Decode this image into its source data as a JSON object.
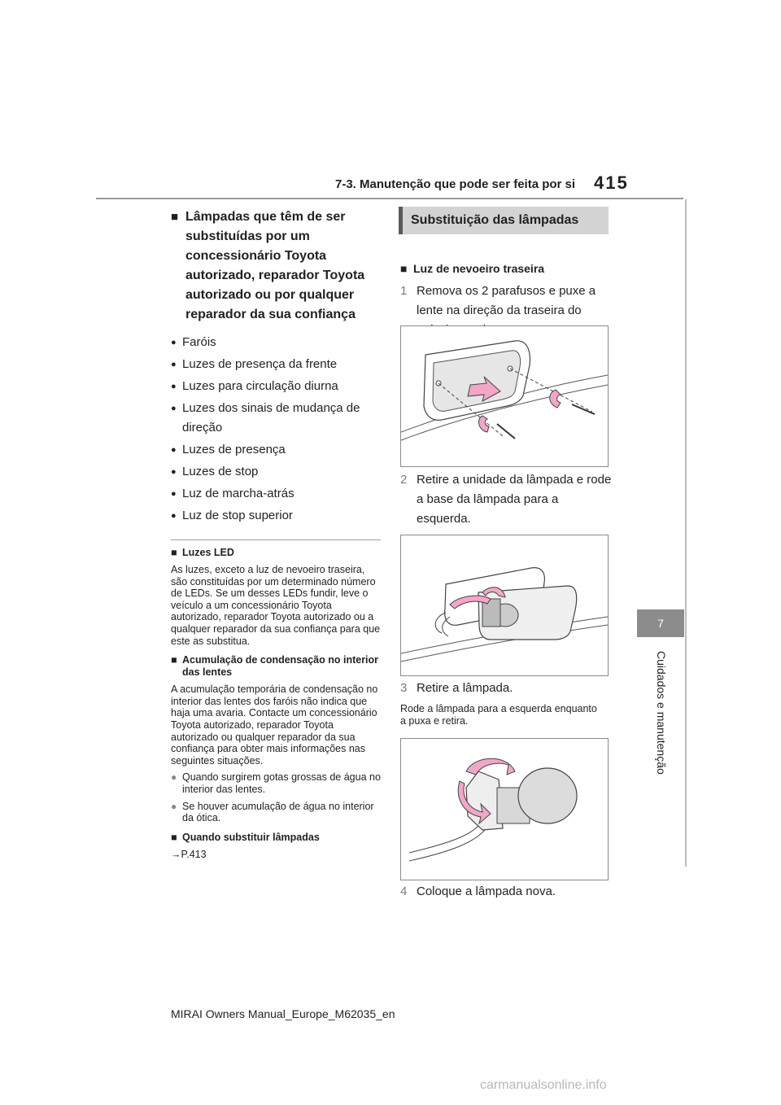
{
  "header": {
    "section_title": "7-3. Manutenção que pode ser feita por si",
    "page_number": "415"
  },
  "side_tab": {
    "number": "7",
    "label": "Cuidados e manutenção"
  },
  "left": {
    "heading": "Lâmpadas que têm de ser substituídas por um concessionário Toyota autorizado, reparador Toyota autorizado ou por qualquer reparador da sua confiança",
    "bullets": [
      "Faróis",
      "Luzes de presença da frente",
      "Luzes para circulação diurna",
      "Luzes dos sinais de mudança de direção",
      "Luzes de presença",
      "Luzes de stop",
      "Luz de marcha-atrás",
      "Luz de stop superior"
    ],
    "led_heading": "Luzes LED",
    "led_text": "As luzes, exceto a luz de nevoeiro traseira, são constituídas por um determinado número de LEDs. Se um desses LEDs fundir, leve o veículo a um concessionário Toyota autorizado, reparador Toyota autorizado ou a qualquer reparador da sua confiança para que este as substitua.",
    "condensation_heading": "Acumulação de condensação no interior das lentes",
    "condensation_text": "A acumulação temporária de condensação no interior das lentes dos faróis não indica que haja uma avaria. Contacte um concessionário Toyota autorizado, reparador Toyota autorizado ou qualquer reparador da sua confiança para obter mais informações nas seguintes situações.",
    "condensation_items": [
      "Quando surgirem gotas grossas de água no interior das lentes.",
      "Se houver acumulação de água no interior da ótica."
    ],
    "replace_heading": "Quando substituir lâmpadas",
    "replace_ref": "→P.413"
  },
  "right": {
    "section_title": "Substituição das lâmpadas",
    "sub_heading": "Luz de nevoeiro traseira",
    "steps": [
      {
        "n": "1",
        "text": "Remova os 2 parafusos e puxe a lente na direção da traseira do veículo e retire-a."
      },
      {
        "n": "2",
        "text": "Retire a unidade da lâmpada e rode a base da lâmpada para a esquerda."
      },
      {
        "n": "3",
        "text": "Retire a lâmpada."
      },
      {
        "n": "4",
        "text": "Coloque a lâmpada nova."
      }
    ],
    "step3_note": "Rode a lâmpada para a esquerda enquanto a puxa e retira."
  },
  "footer": {
    "text": "MIRAI Owners Manual_Europe_M62035_en"
  },
  "watermark": "carmanualsonline.info",
  "colors": {
    "accent_pink": "#f2a6c8",
    "tab_gray": "#8c8c8c",
    "box_gray": "#d3d3d3"
  }
}
